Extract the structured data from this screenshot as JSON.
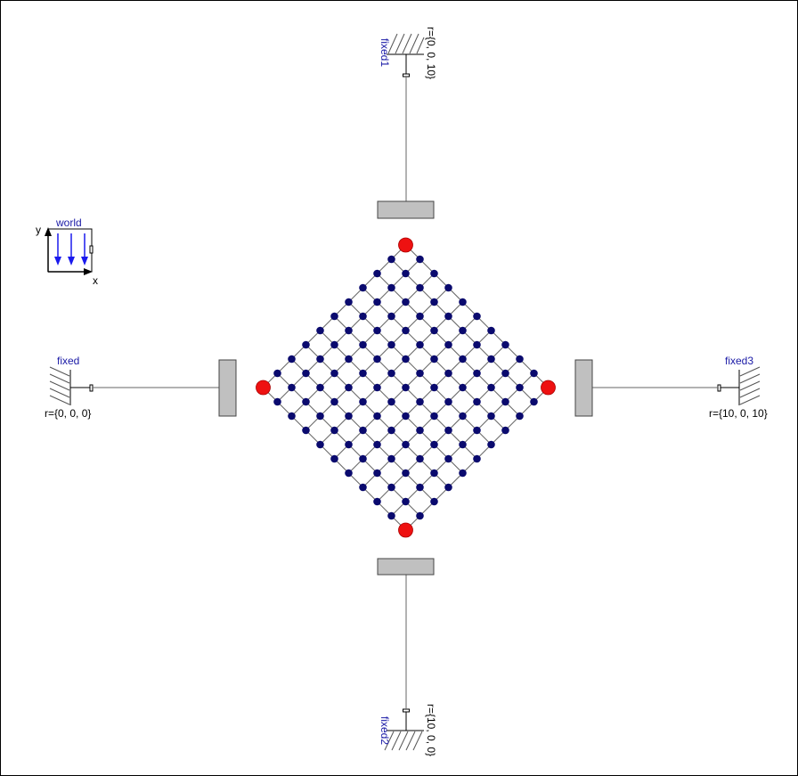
{
  "colors": {
    "frame": "#000000",
    "name_label": "#1a1aa6",
    "param_label": "#000000",
    "grid_node": "#0a0a6e",
    "corner_node": "#ee1111",
    "spring_line": "#666666",
    "block_fill": "#c0c0c0",
    "block_stroke": "#444444",
    "gravity_arrow": "#1a1aee"
  },
  "world": {
    "name": "world",
    "y_axis": "y",
    "x_axis": "x",
    "icon": "world-frame-icon"
  },
  "fixed_components": [
    {
      "id": "fixed",
      "name": "fixed",
      "param": "r={0, 0, 0}",
      "icon": "ground-hatch-icon"
    },
    {
      "id": "fixed1",
      "name": "fixed1",
      "param": "r={0, 0, 10}",
      "icon": "ground-hatch-icon"
    },
    {
      "id": "fixed2",
      "name": "fixed2",
      "param": "r={10, 0, 0}",
      "icon": "ground-hatch-icon"
    },
    {
      "id": "fixed3",
      "name": "fixed3",
      "param": "r={10, 0, 10}",
      "icon": "ground-hatch-icon"
    }
  ],
  "mesh": {
    "rows": 11,
    "cols": 11,
    "interior_icon": "mass-node-icon",
    "corner_icon": "corner-mass-icon"
  }
}
